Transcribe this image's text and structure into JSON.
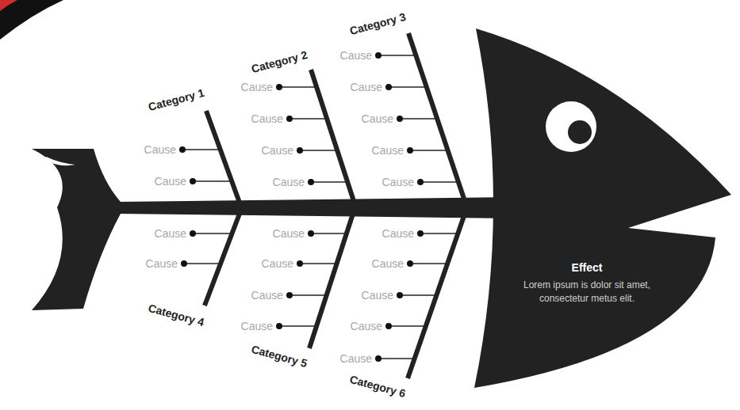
{
  "diagram": {
    "nodes": [
      {
        "text": [
          "Effect",
          "Lorem ipsum is dolor sit amet, consectetur metus elit."
        ]
      }
    ],
    "labels": [
      "Category 1",
      "Cause",
      "Cause",
      "Category 2",
      "Cause",
      "Cause",
      "Cause",
      "Cause",
      "Category 3",
      "Cause",
      "Cause",
      "Cause",
      "Cause",
      "Cause",
      "Category 4",
      "Cause",
      "Cause",
      "Category 5",
      "Cause",
      "Cause",
      "Cause",
      "Cause",
      "Category 6",
      "Cause",
      "Cause",
      "Cause",
      "Cause",
      "Cause"
    ]
  }
}
